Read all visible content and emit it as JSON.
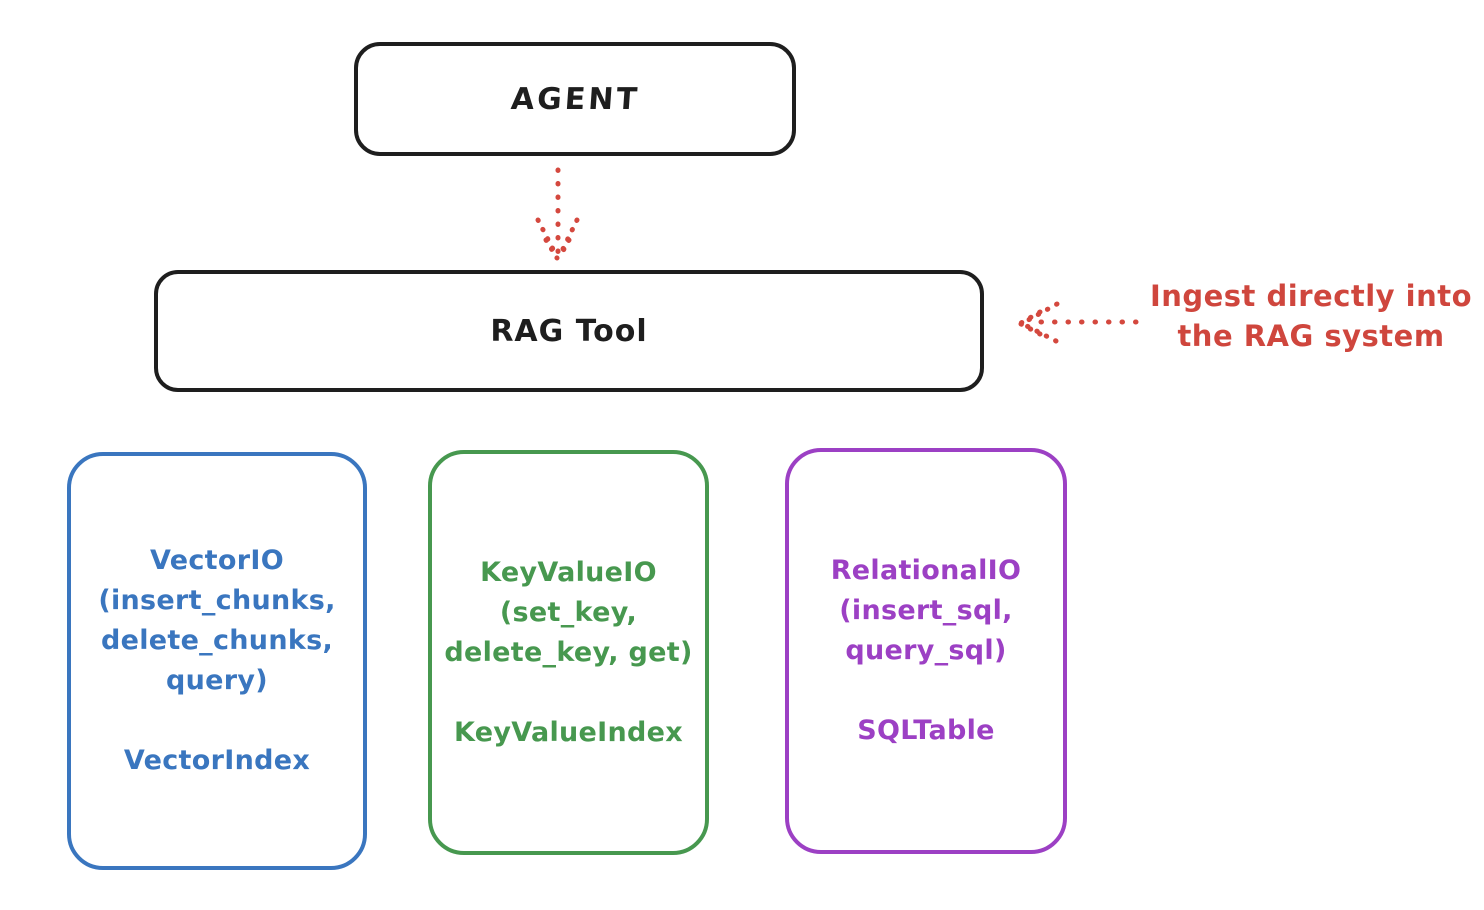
{
  "diagram": {
    "agent": {
      "label": "AGENT"
    },
    "rag_tool": {
      "label": "RAG Tool"
    },
    "annotation": {
      "line1": "Ingest directly into",
      "line2": "the RAG system"
    },
    "cards": [
      {
        "id": "vector-io",
        "color": "#3a76bf",
        "lines": [
          "VectorIO",
          "(insert_chunks,",
          "delete_chunks,",
          "query)"
        ],
        "index_label": "VectorIndex"
      },
      {
        "id": "keyvalue-io",
        "color": "#47984f",
        "lines": [
          "KeyValueIO",
          "(set_key,",
          "delete_key, get)"
        ],
        "index_label": "KeyValueIndex"
      },
      {
        "id": "relational-io",
        "color": "#9c40c4",
        "lines": [
          "RelationalIO",
          "(insert_sql,",
          "query_sql)"
        ],
        "index_label": "SQLTable"
      }
    ],
    "colors": {
      "stroke_black": "#1e1e1e",
      "accent_red": "#d4483e",
      "card_blue": "#3a76bf",
      "card_green": "#47984f",
      "card_purple": "#9c40c4",
      "background": "#ffffff"
    }
  }
}
